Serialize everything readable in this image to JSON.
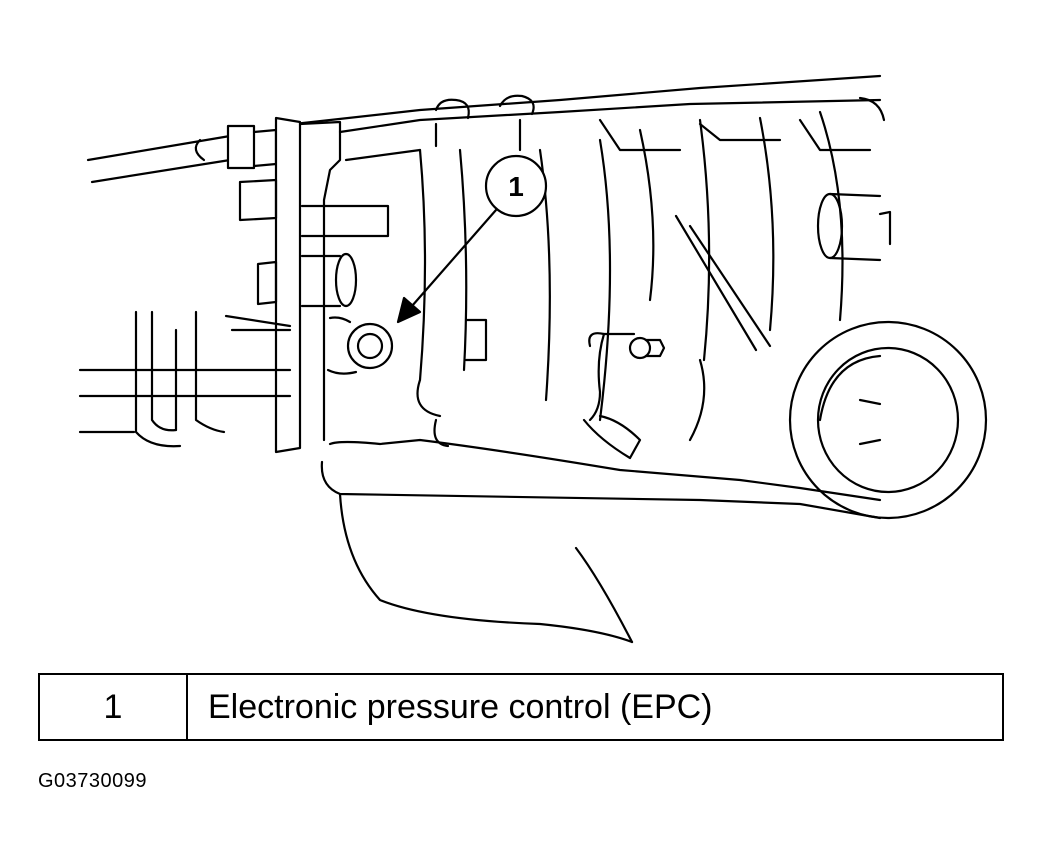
{
  "diagram": {
    "callout_number": "1"
  },
  "legend": {
    "rows": [
      {
        "number": "1",
        "description": "Electronic pressure control (EPC)"
      }
    ]
  },
  "figure_id": "G03730099"
}
